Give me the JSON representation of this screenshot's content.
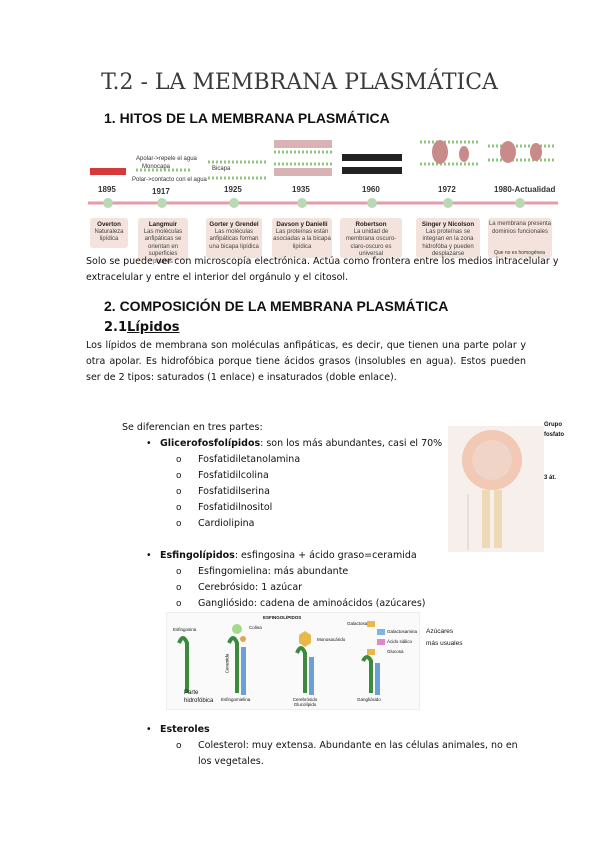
{
  "title": "T.2 - LA MEMBRANA PLASMÁTICA",
  "section1": {
    "heading": "1.  HITOS DE LA MEMBRANA PLASMÁTICA",
    "timeline": {
      "notes": {
        "apolar": "Apolar->repele el agua",
        "monocapa": "Monocapa",
        "polar": "Polar->contacto con el agua",
        "bicapa": "Bicapa",
        "no_homogenea": "Que no es homogénea"
      },
      "years": [
        "1895",
        "1917",
        "1925",
        "1935",
        "1960",
        "1972",
        "1980-Actualidad"
      ],
      "events": [
        {
          "name": "Overton",
          "text": "Naturaleza lipídica"
        },
        {
          "name": "Langmuir",
          "text": "Las moléculas anfipáticas se orientan en superficies polares"
        },
        {
          "name": "Gorter y Grendel",
          "text": "Las moléculas anfipáticas forman una bicapa lipídica"
        },
        {
          "name": "Davson y Danielli",
          "text": "Las proteínas están asociadas a la bicapa lipídica"
        },
        {
          "name": "Robertson",
          "text": "La unidad de membrana oscuro-claro-oscuro es universal"
        },
        {
          "name": "Singer y Nicolson",
          "text": "Las proteínas se integran en la zona hidrofóba y pueden desplazarse"
        },
        {
          "name": "",
          "text": "La membrana presenta dominios funcionales"
        }
      ],
      "colors": {
        "line": "#e79aa8",
        "dots": "#b9d8b4",
        "box": "#f3e3dc",
        "red_bar": "#d6393a",
        "green_heads": "#8cc77a",
        "protein": "#c98a8a"
      }
    },
    "paragraph": "Solo se puede ver con microscopía electrónica. Actúa como frontera entre los medios intracelular y extracelular y entre el interior del orgánulo y el citosol."
  },
  "section2": {
    "heading": "2.  COMPOSICIÓN DE LA MEMBRANA PLASMÁTICA",
    "sub_number": "2.1",
    "sub_title": "Lípidos",
    "paragraph": "Los lípidos de membrana son moléculas anfipáticas, es decir, que tienen una parte polar y otra apolar. Es hidrofóbica porque tiene ácidos grasos (insolubles en agua). Estos pueden ser de 2 tipos: saturados (1 enlace) e insaturados (doble enlace).",
    "intro": "Se diferencian en tres partes:",
    "glicero": {
      "label": "Glicerofosfolípidos",
      "desc": ": son los más abundantes, casi el 70%",
      "items": [
        "Fosfatidiletanolamina",
        "Fosfatidilcolina",
        "Fosfatidilserina",
        "Fosfatidilnositol",
        "Cardiolipina"
      ]
    },
    "esfingo": {
      "label": "Esfingolípidos",
      "desc": ": esfingosina + ácido graso=ceramida",
      "items": [
        "Esfingomielina: más abundante",
        "Cerebrósido: 1 azúcar",
        "Gangliósido: cadena de aminoácidos (azúcares)"
      ]
    },
    "esteroles": {
      "label": "Esteroles",
      "items": [
        "Colesterol: muy extensa. Abundante en las células animales, no en los vegetales."
      ]
    },
    "figure1_labels": {
      "grupo": "Grupo",
      "fosfato": "fosfato",
      "tres_at": "3 át."
    },
    "figure2_labels": {
      "top": "ESFINGOLÍPIDOS",
      "esfingosina": "Esfingosina",
      "colina": "Colina",
      "ceramida": "Ceramida",
      "esfingomielina": "Esfingomielina",
      "monosacarido": "Monosacárido",
      "cerebrosido": "Cerebrósido Glucolípido",
      "gangliosido": "Gangliósido",
      "galactosa": "Galactosa",
      "galactosamina": "Galactosamina",
      "acido_sialico": "Ácido siálico",
      "glucosa": "Glucosa",
      "parte": "Parte",
      "hidrofobica": "hidrofóbica",
      "azucares": "Azúcares",
      "mas_usuales": "más usuales"
    }
  }
}
